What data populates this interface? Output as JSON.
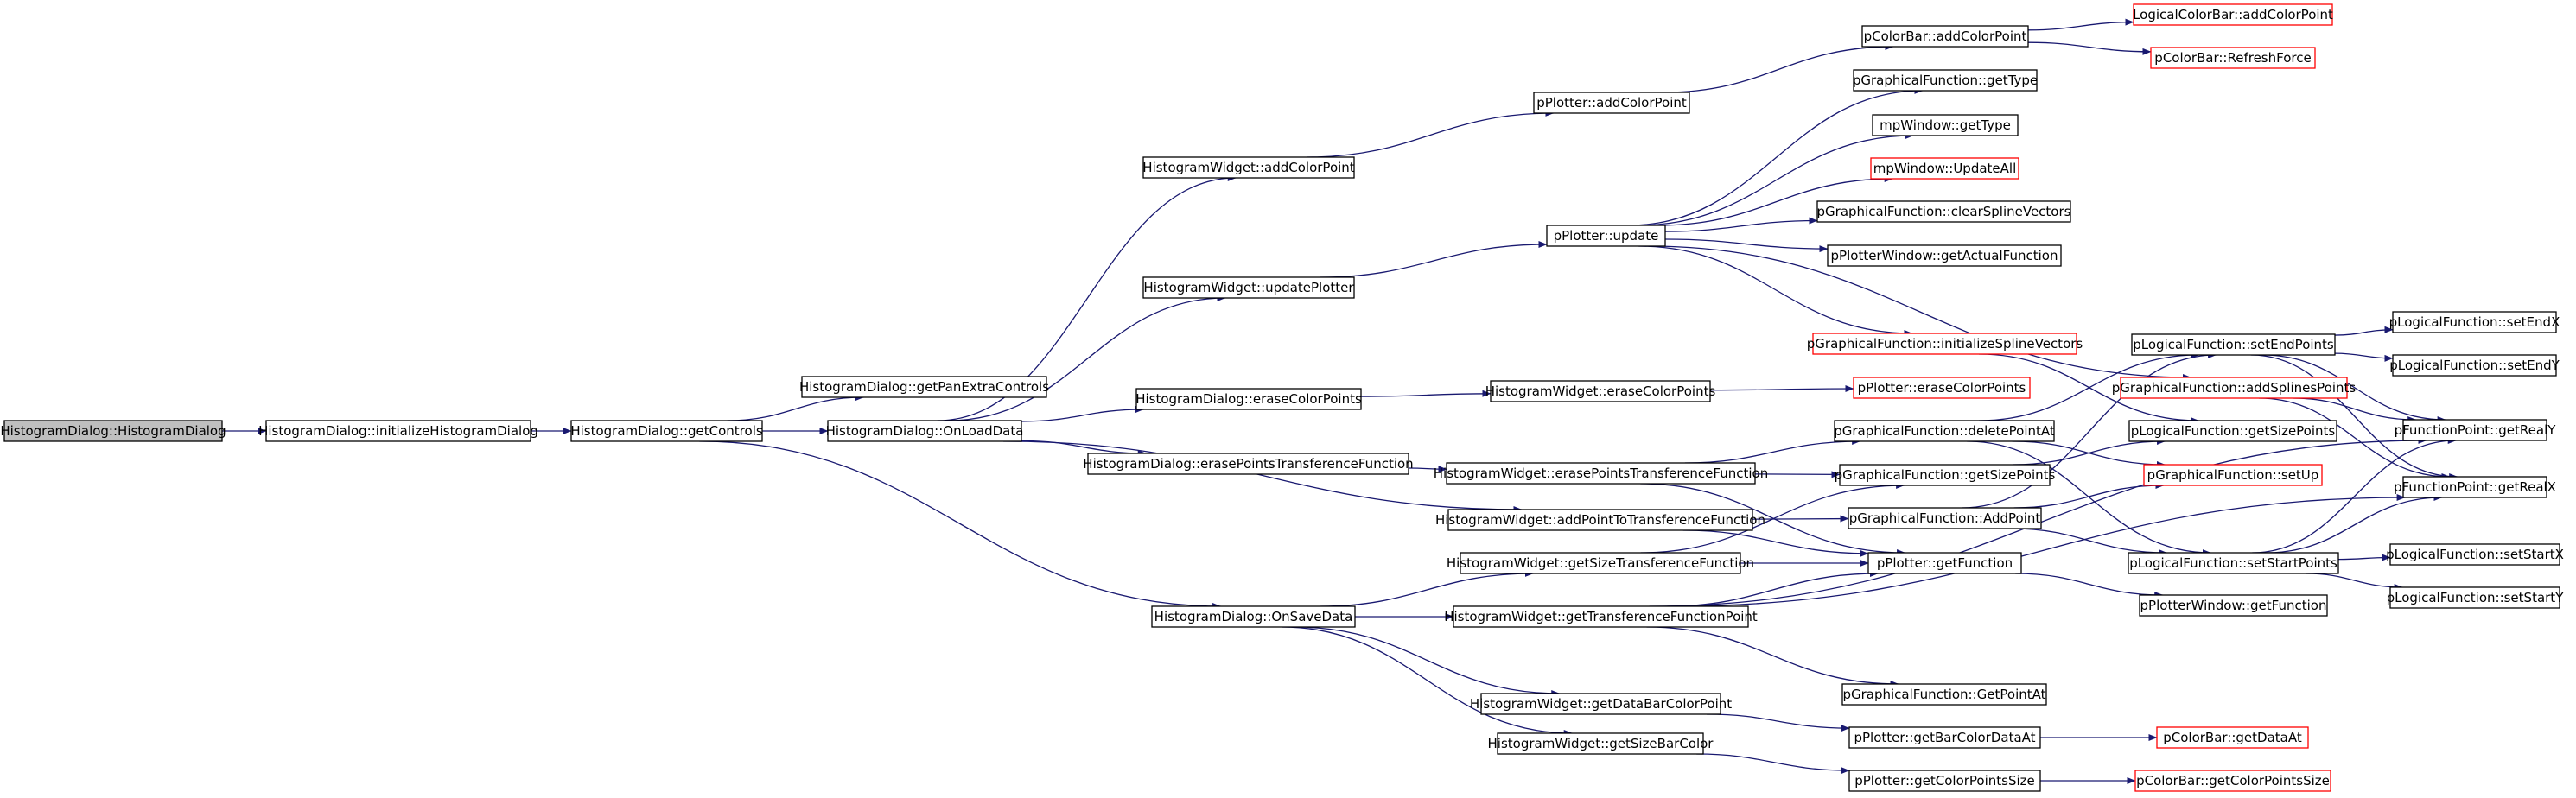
{
  "colors": {
    "edge": "#191970",
    "border_normal": "#000000",
    "border_truncated": "#ff0000",
    "root_fill": "#bfbfbf",
    "node_fill": "#ffffff"
  },
  "nodes": {
    "hd_ctor": {
      "label": "HistogramDialog::HistogramDialog",
      "style": "root"
    },
    "hd_init": {
      "label": "HistogramDialog::initializeHistogramDialog",
      "style": "normal"
    },
    "hd_getcontrols": {
      "label": "HistogramDialog::getControls",
      "style": "normal"
    },
    "hd_getpanextra": {
      "label": "HistogramDialog::getPanExtraControls",
      "style": "normal"
    },
    "hd_onload": {
      "label": "HistogramDialog::OnLoadData",
      "style": "normal"
    },
    "hd_onsave": {
      "label": "HistogramDialog::OnSaveData",
      "style": "normal"
    },
    "hw_addcolor": {
      "label": "HistogramWidget::addColorPoint",
      "style": "normal"
    },
    "hw_updateplotter": {
      "label": "HistogramWidget::updatePlotter",
      "style": "normal"
    },
    "hd_erasecolor": {
      "label": "HistogramDialog::eraseColorPoints",
      "style": "normal"
    },
    "hd_erasepoints": {
      "label": "HistogramDialog::erasePointsTransferenceFunction",
      "style": "normal"
    },
    "pp_addcolor": {
      "label": "pPlotter::addColorPoint",
      "style": "normal"
    },
    "pcb_addcolor": {
      "label": "pColorBar::addColorPoint",
      "style": "normal"
    },
    "lcb_addcolor": {
      "label": "LogicalColorBar::addColorPoint",
      "style": "truncated"
    },
    "pcb_refresh": {
      "label": "pColorBar::RefreshForce",
      "style": "truncated"
    },
    "pgf_gettype": {
      "label": "pGraphicalFunction::getType",
      "style": "normal"
    },
    "mpw_gettype": {
      "label": "mpWindow::getType",
      "style": "normal"
    },
    "mpw_updateall": {
      "label": "mpWindow::UpdateAll",
      "style": "truncated"
    },
    "pp_update": {
      "label": "pPlotter::update",
      "style": "normal"
    },
    "pgf_clearspline": {
      "label": "pGraphicalFunction::clearSplineVectors",
      "style": "normal"
    },
    "ppw_getactual": {
      "label": "pPlotterWindow::getActualFunction",
      "style": "normal"
    },
    "pgf_initspline": {
      "label": "pGraphicalFunction::initializeSplineVectors",
      "style": "truncated"
    },
    "hw_erasecolor": {
      "label": "HistogramWidget::eraseColorPoints",
      "style": "normal"
    },
    "pp_erasecolor": {
      "label": "pPlotter::eraseColorPoints",
      "style": "truncated"
    },
    "hw_erasepoints": {
      "label": "HistogramWidget::erasePointsTransferenceFunction",
      "style": "normal"
    },
    "hw_addpoint": {
      "label": "HistogramWidget::addPointToTransferenceFunction",
      "style": "normal"
    },
    "hw_getsize": {
      "label": "HistogramWidget::getSizeTransferenceFunction",
      "style": "normal"
    },
    "hw_gettfpoint": {
      "label": "HistogramWidget::getTransferenceFunctionPoint",
      "style": "normal"
    },
    "hw_getdatabar": {
      "label": "HistogramWidget::getDataBarColorPoint",
      "style": "normal"
    },
    "hw_getsizebar": {
      "label": "HistogramWidget::getSizeBarColor",
      "style": "normal"
    },
    "pgf_deletepoint": {
      "label": "pGraphicalFunction::deletePointAt",
      "style": "normal"
    },
    "pgf_getsizepoints": {
      "label": "pGraphicalFunction::getSizePoints",
      "style": "normal"
    },
    "pgf_addpoint": {
      "label": "pGraphicalFunction::AddPoint",
      "style": "normal"
    },
    "pp_getfunction": {
      "label": "pPlotter::getFunction",
      "style": "normal"
    },
    "pgf_getpointat": {
      "label": "pGraphicalFunction::GetPointAt",
      "style": "normal"
    },
    "pp_getbarcolor": {
      "label": "pPlotter::getBarColorDataAt",
      "style": "normal"
    },
    "pp_getcolorsize": {
      "label": "pPlotter::getColorPointsSize",
      "style": "normal"
    },
    "pcb_getdata": {
      "label": "pColorBar::getDataAt",
      "style": "truncated"
    },
    "pcb_getcolorsize": {
      "label": "pColorBar::getColorPointsSize",
      "style": "truncated"
    },
    "plf_setend": {
      "label": "pLogicalFunction::setEndPoints",
      "style": "normal"
    },
    "pgf_addsplines": {
      "label": "pGraphicalFunction::addSplinesPoints",
      "style": "truncated"
    },
    "plf_getsizepoints": {
      "label": "pLogicalFunction::getSizePoints",
      "style": "normal"
    },
    "pgf_setup": {
      "label": "pGraphicalFunction::setUp",
      "style": "truncated"
    },
    "plf_setstart": {
      "label": "pLogicalFunction::setStartPoints",
      "style": "normal"
    },
    "ppw_getfunction": {
      "label": "pPlotterWindow::getFunction",
      "style": "normal"
    },
    "plf_setendx": {
      "label": "pLogicalFunction::setEndX",
      "style": "normal"
    },
    "plf_setendy": {
      "label": "pLogicalFunction::setEndY",
      "style": "normal"
    },
    "pfp_getrealy": {
      "label": "pFunctionPoint::getRealY",
      "style": "normal"
    },
    "pfp_getrealx": {
      "label": "pFunctionPoint::getRealX",
      "style": "normal"
    },
    "plf_setstartx": {
      "label": "pLogicalFunction::setStartX",
      "style": "normal"
    },
    "plf_setstarty": {
      "label": "pLogicalFunction::setStartY",
      "style": "normal"
    }
  },
  "edges": [
    [
      "hd_ctor",
      "hd_init"
    ],
    [
      "hd_init",
      "hd_getcontrols"
    ],
    [
      "hd_getcontrols",
      "hd_getpanextra"
    ],
    [
      "hd_getcontrols",
      "hd_onload"
    ],
    [
      "hd_getcontrols",
      "hd_onsave"
    ],
    [
      "hd_onload",
      "hw_addcolor"
    ],
    [
      "hd_onload",
      "hw_updateplotter"
    ],
    [
      "hd_onload",
      "hd_erasecolor"
    ],
    [
      "hd_onload",
      "hd_erasepoints"
    ],
    [
      "hd_onload",
      "hw_addpoint"
    ],
    [
      "hw_addcolor",
      "pp_addcolor"
    ],
    [
      "pp_addcolor",
      "pcb_addcolor"
    ],
    [
      "pcb_addcolor",
      "lcb_addcolor"
    ],
    [
      "pcb_addcolor",
      "pcb_refresh"
    ],
    [
      "hw_updateplotter",
      "pp_update"
    ],
    [
      "pp_update",
      "pgf_gettype"
    ],
    [
      "pp_update",
      "mpw_gettype"
    ],
    [
      "pp_update",
      "mpw_updateall"
    ],
    [
      "pp_update",
      "pgf_clearspline"
    ],
    [
      "pp_update",
      "ppw_getactual"
    ],
    [
      "pp_update",
      "pgf_initspline"
    ],
    [
      "pp_update",
      "pgf_addsplines"
    ],
    [
      "hd_erasecolor",
      "hw_erasecolor"
    ],
    [
      "hw_erasecolor",
      "pp_erasecolor"
    ],
    [
      "hd_erasepoints",
      "hw_erasepoints"
    ],
    [
      "hw_erasepoints",
      "pgf_deletepoint"
    ],
    [
      "hw_erasepoints",
      "pgf_getsizepoints"
    ],
    [
      "hw_erasepoints",
      "pp_getfunction"
    ],
    [
      "hw_addpoint",
      "pgf_addpoint"
    ],
    [
      "hw_addpoint",
      "pp_getfunction"
    ],
    [
      "hd_onsave",
      "hw_getsize"
    ],
    [
      "hd_onsave",
      "hw_gettfpoint"
    ],
    [
      "hd_onsave",
      "hw_getdatabar"
    ],
    [
      "hd_onsave",
      "hw_getsizebar"
    ],
    [
      "hw_getsize",
      "pgf_getsizepoints"
    ],
    [
      "hw_getsize",
      "pp_getfunction"
    ],
    [
      "hw_gettfpoint",
      "pp_getfunction"
    ],
    [
      "hw_gettfpoint",
      "pgf_getpointat"
    ],
    [
      "hw_gettfpoint",
      "pfp_getrealx"
    ],
    [
      "hw_gettfpoint",
      "pfp_getrealy"
    ],
    [
      "hw_getdatabar",
      "pp_getbarcolor"
    ],
    [
      "hw_getsizebar",
      "pp_getcolorsize"
    ],
    [
      "pp_getbarcolor",
      "pcb_getdata"
    ],
    [
      "pp_getcolorsize",
      "pcb_getcolorsize"
    ],
    [
      "pp_getfunction",
      "ppw_getfunction"
    ],
    [
      "pgf_deletepoint",
      "plf_setend"
    ],
    [
      "pgf_deletepoint",
      "pgf_setup"
    ],
    [
      "pgf_deletepoint",
      "plf_setstart"
    ],
    [
      "pgf_getsizepoints",
      "plf_getsizepoints"
    ],
    [
      "pgf_addpoint",
      "plf_setend"
    ],
    [
      "pgf_addpoint",
      "pgf_setup"
    ],
    [
      "pgf_addpoint",
      "plf_setstart"
    ],
    [
      "pgf_initspline",
      "plf_getsizepoints"
    ],
    [
      "plf_setend",
      "plf_setendx"
    ],
    [
      "plf_setend",
      "plf_setendy"
    ],
    [
      "plf_setend",
      "pfp_getrealy"
    ],
    [
      "plf_setend",
      "pfp_getrealx"
    ],
    [
      "pgf_addsplines",
      "pfp_getrealy"
    ],
    [
      "pgf_addsplines",
      "pfp_getrealx"
    ],
    [
      "plf_setstart",
      "plf_setstartx"
    ],
    [
      "plf_setstart",
      "plf_setstarty"
    ],
    [
      "plf_setstart",
      "pfp_getrealy"
    ],
    [
      "plf_setstart",
      "pfp_getrealx"
    ]
  ]
}
